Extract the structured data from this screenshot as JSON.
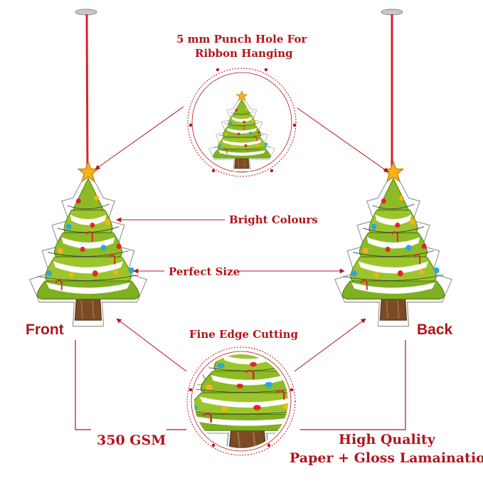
{
  "labels": {
    "punch_hole_line1": "5 mm Punch Hole For",
    "punch_hole_line2": "Ribbon Hanging",
    "bright_colours": "Bright Colours",
    "perfect_size": "Perfect Size",
    "fine_edge": "Fine Edge Cutting",
    "front": "Front",
    "back": "Back",
    "gsm": "350 GSM",
    "high_quality": "High Quality",
    "lamination": "Paper + Gloss Lamaination"
  },
  "colors": {
    "accent": "#b3141b",
    "ribbon": "#d9232b",
    "tree_light": "#9cc52b",
    "tree_dark": "#5b8a16",
    "snow": "#ffffff",
    "trunk": "#7a4b24",
    "star": "#f5b318"
  },
  "icons": [
    "ornament-tree-front",
    "ornament-tree-back",
    "tree-zoom-top",
    "tree-zoom-bottom",
    "star-icon",
    "ceiling-hook-icon"
  ]
}
